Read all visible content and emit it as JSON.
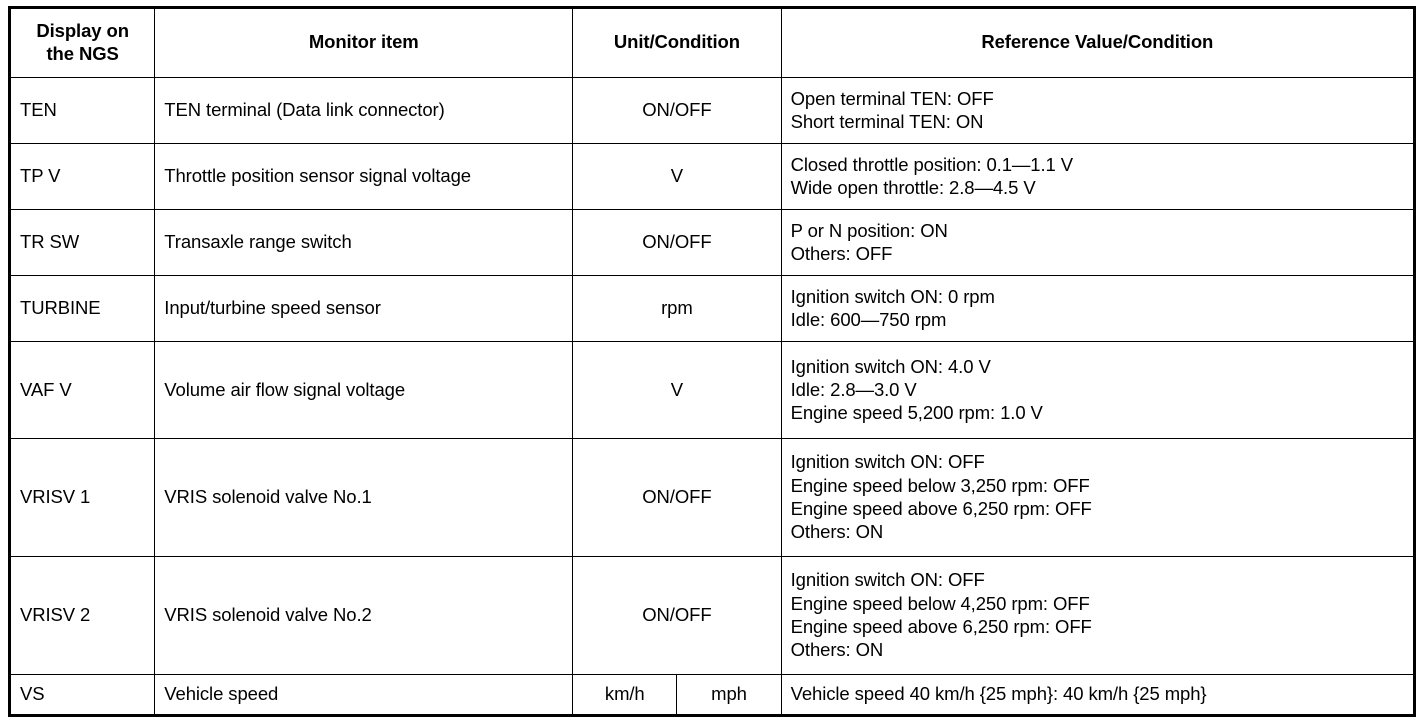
{
  "table": {
    "columns": [
      {
        "key": "ngs",
        "label": "Display on\nthe NGS"
      },
      {
        "key": "item",
        "label": "Monitor item"
      },
      {
        "key": "unit",
        "label": "Unit/Condition"
      },
      {
        "key": "ref",
        "label": "Reference Value/Condition"
      }
    ],
    "rows": [
      {
        "ngs": "TEN",
        "item": "TEN terminal (Data link connector)",
        "unit": "ON/OFF",
        "ref": "Open terminal TEN: OFF\nShort terminal TEN: ON"
      },
      {
        "ngs": "TP V",
        "item": "Throttle position sensor signal voltage",
        "unit": "V",
        "ref": "Closed throttle position: 0.1—1.1 V\nWide open throttle: 2.8—4.5 V"
      },
      {
        "ngs": "TR SW",
        "item": "Transaxle range switch",
        "unit": "ON/OFF",
        "ref": "P or N position: ON\nOthers: OFF"
      },
      {
        "ngs": "TURBINE",
        "item": "Input/turbine speed sensor",
        "unit": "rpm",
        "ref": "Ignition switch ON: 0 rpm\nIdle: 600—750 rpm"
      },
      {
        "ngs": "VAF V",
        "item": "Volume air flow signal voltage",
        "unit": "V",
        "ref": "Ignition switch ON: 4.0 V\nIdle: 2.8—3.0 V\nEngine speed 5,200 rpm: 1.0 V"
      },
      {
        "ngs": "VRISV 1",
        "item": "VRIS solenoid valve No.1",
        "unit": "ON/OFF",
        "ref": "Ignition switch ON: OFF\nEngine speed below 3,250 rpm: OFF\nEngine speed above 6,250 rpm: OFF\nOthers: ON"
      },
      {
        "ngs": "VRISV 2",
        "item": "VRIS solenoid valve No.2",
        "unit": "ON/OFF",
        "ref": "Ignition switch ON: OFF\nEngine speed below 4,250 rpm: OFF\nEngine speed above 6,250 rpm: OFF\nOthers: ON"
      },
      {
        "ngs": "VS",
        "item": "Vehicle speed",
        "unit_metric": "km/h",
        "unit_imperial": "mph",
        "ref": "Vehicle speed 40 km/h {25 mph}: 40 km/h {25 mph}"
      }
    ]
  },
  "style": {
    "border_color": "#000000",
    "background": "#ffffff",
    "text_color": "#000000"
  }
}
